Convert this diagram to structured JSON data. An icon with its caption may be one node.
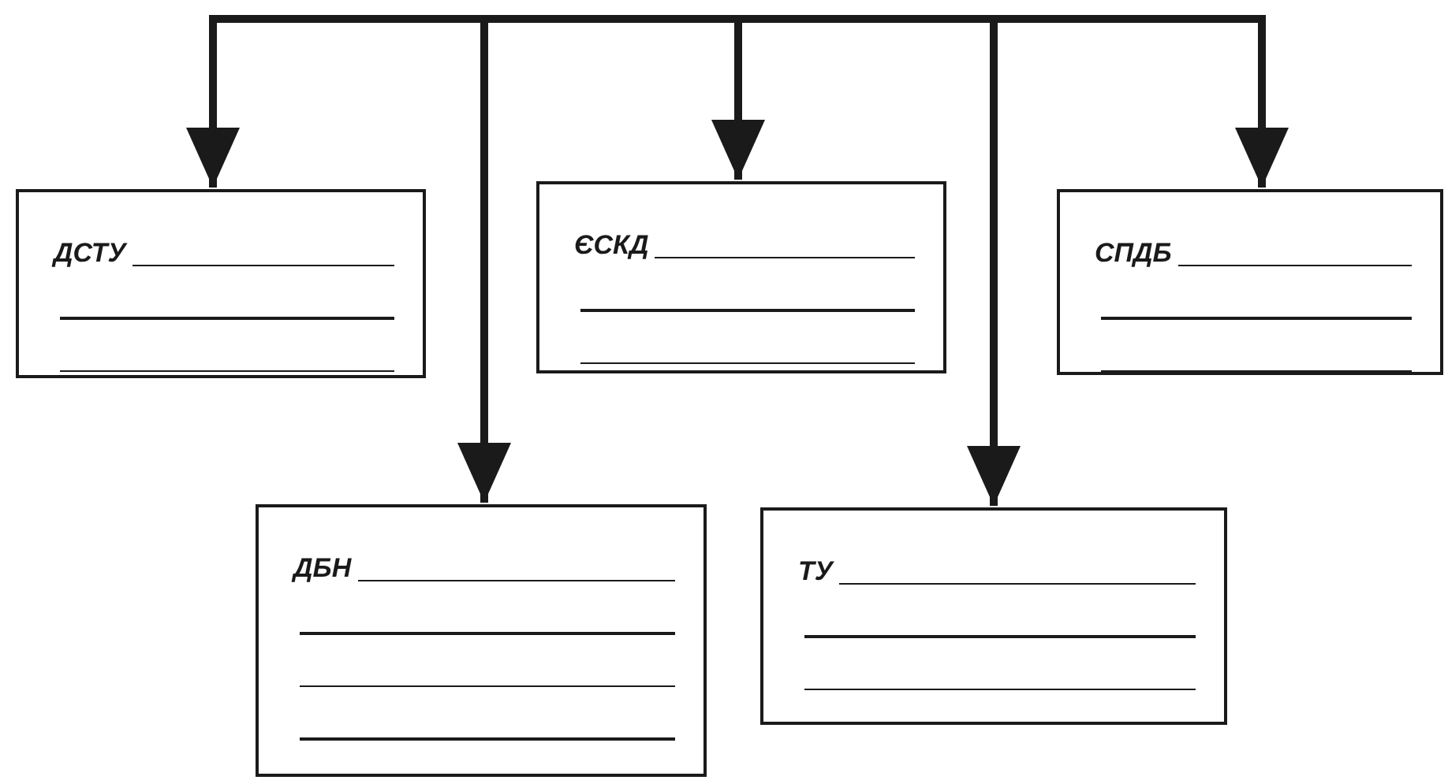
{
  "diagram": {
    "nodes": [
      {
        "text": [
          "ДСТУ"
        ]
      },
      {
        "text": [
          "ЄСКД"
        ]
      },
      {
        "text": [
          "СПДБ"
        ]
      },
      {
        "text": [
          "ДБН"
        ]
      },
      {
        "text": [
          "ТУ"
        ]
      }
    ],
    "edges": [
      {
        "from": null,
        "to": 0,
        "arrow": "to"
      },
      {
        "from": null,
        "to": 3,
        "arrow": "to"
      },
      {
        "from": null,
        "to": 1,
        "arrow": "to"
      },
      {
        "from": null,
        "to": 4,
        "arrow": "to"
      },
      {
        "from": null,
        "to": 2,
        "arrow": "to"
      }
    ]
  }
}
